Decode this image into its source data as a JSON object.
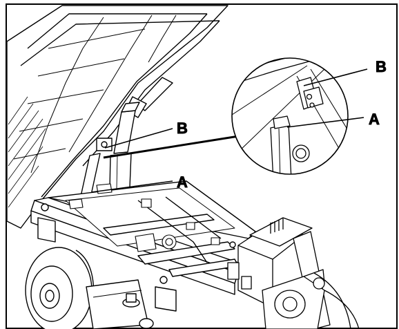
{
  "labels": {
    "main_b": "B",
    "main_a": "A",
    "detail_b": "B",
    "detail_a": "A"
  },
  "colors": {
    "line": "#000000",
    "fill": "#ffffff",
    "shade": "#cfcfcf"
  }
}
